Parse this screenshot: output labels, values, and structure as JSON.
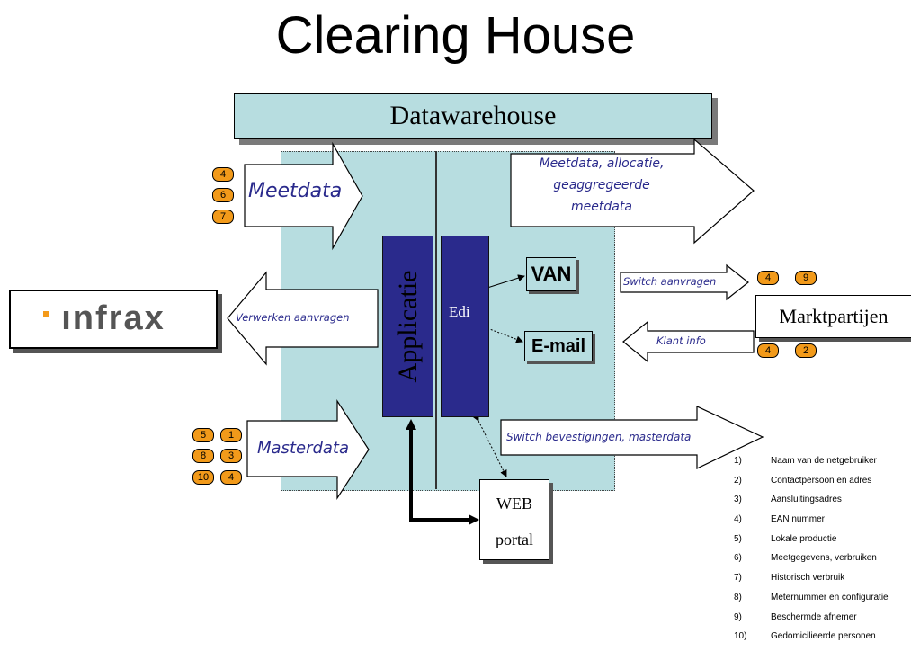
{
  "title": "Clearing House",
  "datawarehouse": "Datawarehouse",
  "applicatie": "Applicatie",
  "edi": "Edi",
  "van": "VAN",
  "email": "E-mail",
  "web_portal": [
    "WEB",
    "portal"
  ],
  "logo_text": "ınfrax",
  "marktpartijen": "Marktpartijen",
  "arrows": {
    "meetdata": "Meetdata",
    "meetdata_out": [
      "Meetdata, allocatie,",
      "geaggregeerde",
      "meetdata"
    ],
    "verwerken": "Verwerken aanvragen",
    "switch_aanvragen": "Switch aanvragen",
    "klant_info": "Klant info",
    "masterdata": "Masterdata",
    "switch_bevestigingen": "Switch bevestigingen, masterdata"
  },
  "badges": {
    "meetdata": [
      "4",
      "6",
      "7"
    ],
    "masterdata_left": [
      "5",
      "8",
      "10"
    ],
    "masterdata_right": [
      "1",
      "3",
      "4"
    ],
    "switch": [
      "4",
      "9"
    ],
    "klant": [
      "4",
      "2"
    ]
  },
  "colors": {
    "panel": "#b7dde0",
    "bar": "#2a2a8c",
    "badge": "#f29a1a",
    "label": "#2a2a8c"
  },
  "legend": [
    {
      "n": "1)",
      "t": "Naam van de netgebruiker"
    },
    {
      "n": "2)",
      "t": "Contactpersoon en adres"
    },
    {
      "n": "3)",
      "t": "Aansluitingsadres"
    },
    {
      "n": "4)",
      "t": "EAN nummer"
    },
    {
      "n": "5)",
      "t": "Lokale productie"
    },
    {
      "n": "6)",
      "t": "Meetgegevens, verbruiken"
    },
    {
      "n": "7)",
      "t": "Historisch verbruik"
    },
    {
      "n": "8)",
      "t": "Meternummer en configuratie"
    },
    {
      "n": "9)",
      "t": "Beschermde afnemer"
    },
    {
      "n": "10)",
      "t": "Gedomicilieerde personen"
    }
  ]
}
